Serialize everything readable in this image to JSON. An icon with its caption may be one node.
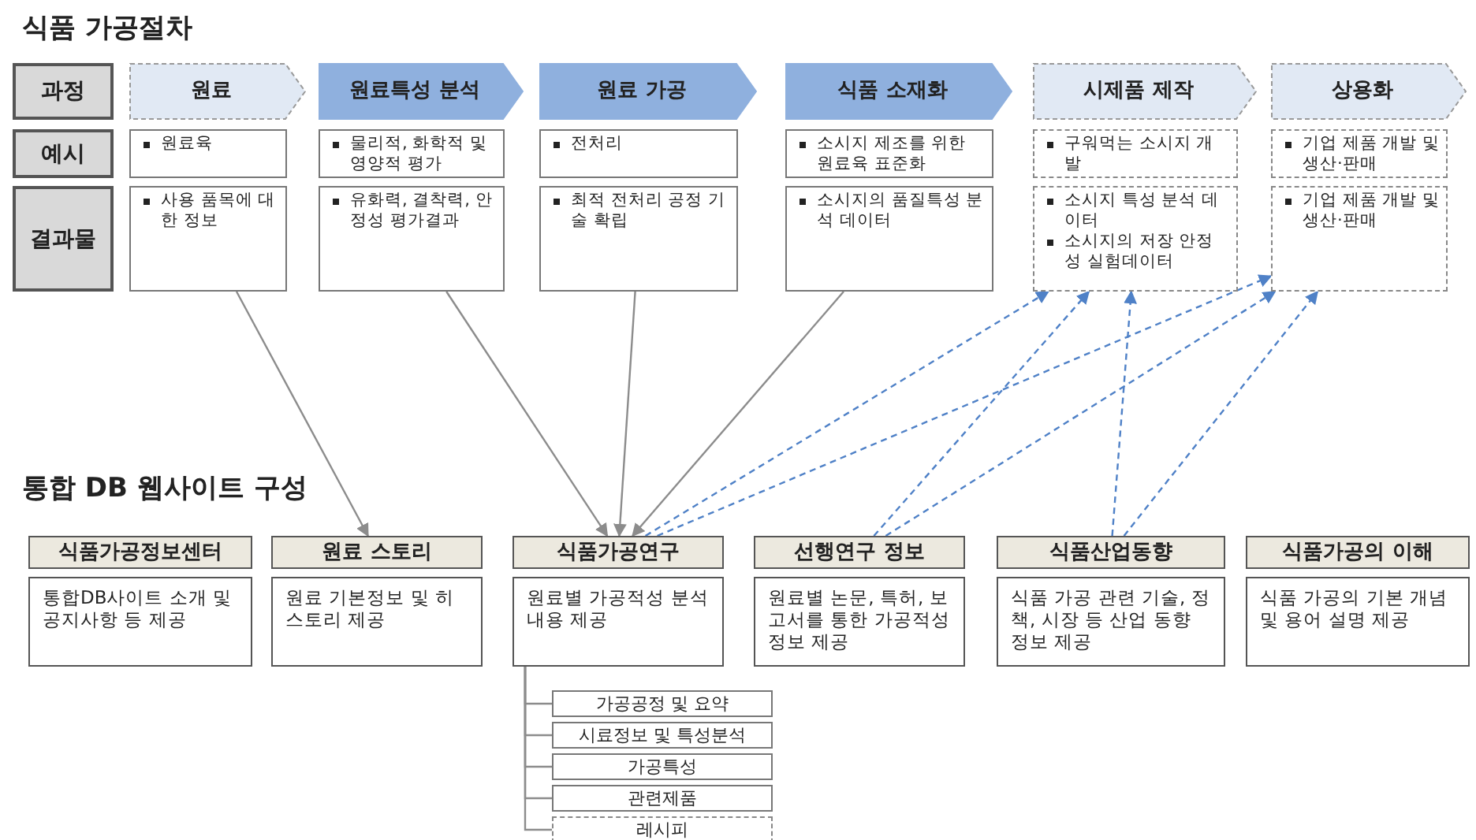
{
  "diagram": {
    "title": "식품 가공절차",
    "nodes": [
      {
        "text": [
          "과정"
        ]
      },
      {
        "text": [
          "원료"
        ]
      },
      {
        "text": [
          "원료특성 분석"
        ]
      },
      {
        "text": [
          "원료 가공"
        ]
      },
      {
        "text": [
          "식품 소재화"
        ]
      },
      {
        "text": [
          "시제품 제작"
        ]
      },
      {
        "text": [
          "상용화"
        ]
      },
      {
        "text": [
          "예시"
        ]
      },
      {
        "text": [
          "원료육"
        ]
      },
      {
        "text": [
          "물리적, 화학적 및 영양적 평가"
        ]
      },
      {
        "text": [
          "전처리"
        ]
      },
      {
        "text": [
          "소시지 제조를 위한 원료육 표준화"
        ]
      },
      {
        "text": [
          "구워먹는 소시지 개발"
        ]
      },
      {
        "text": [
          "기업 제품 개발 및 생산·판매"
        ]
      },
      {
        "text": [
          "결과물"
        ]
      },
      {
        "text": [
          "사용 품목에 대한 정보"
        ]
      },
      {
        "text": [
          "유화력, 결착력, 안정성 평가결과"
        ]
      },
      {
        "text": [
          "최적 전처리 공정 기술 확립"
        ]
      },
      {
        "text": [
          "소시지의 품질특성 분석 데이터"
        ]
      },
      {
        "text": [
          "소시지 특성 분석 데이터",
          "소시지의 저장 안정성 실험데이터"
        ]
      },
      {
        "text": [
          "기업 제품 개발 및 생산·판매"
        ]
      },
      {
        "text": [
          "식품가공정보센터"
        ]
      },
      {
        "text": [
          "통합DB사이트 소개 및 공지사항 등 제공"
        ]
      },
      {
        "text": [
          "원료 스토리"
        ]
      },
      {
        "text": [
          "원료 기본정보 및 히스토리 제공"
        ]
      },
      {
        "text": [
          "식품가공연구"
        ]
      },
      {
        "text": [
          "원료별 가공적성 분석 내용 제공"
        ]
      },
      {
        "text": [
          "선행연구 정보"
        ]
      },
      {
        "text": [
          "원료별 논문, 특허, 보고서를 통한 가공적성 정보 제공"
        ]
      },
      {
        "text": [
          "식품산업동향"
        ]
      },
      {
        "text": [
          "식품 가공 관련 기술, 정책, 시장 등 산업 동향 정보 제공"
        ]
      },
      {
        "text": [
          "식품가공의 이해"
        ]
      },
      {
        "text": [
          "식품 가공의 기본 개념 및 용어 설명 제공"
        ]
      },
      {
        "text": [
          "가공공정 및 요약"
        ]
      },
      {
        "text": [
          "시료정보 및 특성분석"
        ]
      },
      {
        "text": [
          "가공특성"
        ]
      },
      {
        "text": [
          "관련제품"
        ]
      },
      {
        "text": [
          "레시피"
        ]
      }
    ],
    "edges": [
      {
        "from": 15,
        "to": 23,
        "arrow": "to",
        "color": "#8c8c8c"
      },
      {
        "from": 16,
        "to": 25,
        "arrow": "to",
        "color": "#8c8c8c"
      },
      {
        "from": 17,
        "to": 25,
        "arrow": "to",
        "color": "#8c8c8c"
      },
      {
        "from": 18,
        "to": 25,
        "arrow": "to",
        "color": "#8c8c8c"
      },
      {
        "from": 25,
        "to": 19,
        "arrow": "to",
        "style": "dashed",
        "color": "#4f81c7"
      },
      {
        "from": 25,
        "to": 20,
        "arrow": "to",
        "style": "dashed",
        "color": "#4f81c7"
      },
      {
        "from": 27,
        "to": 19,
        "arrow": "to",
        "style": "dashed",
        "color": "#4f81c7"
      },
      {
        "from": 27,
        "to": 20,
        "arrow": "to",
        "style": "dashed",
        "color": "#4f81c7"
      },
      {
        "from": 29,
        "to": 19,
        "arrow": "to",
        "style": "dashed",
        "color": "#4f81c7"
      },
      {
        "from": 29,
        "to": 20,
        "arrow": "to",
        "style": "dashed",
        "color": "#4f81c7"
      },
      {
        "from": 26,
        "to": 33,
        "arrow": "none",
        "color": "#8c8c8c"
      },
      {
        "from": 26,
        "to": 34,
        "arrow": "none",
        "color": "#8c8c8c"
      },
      {
        "from": 26,
        "to": 35,
        "arrow": "none",
        "color": "#8c8c8c"
      },
      {
        "from": 26,
        "to": 36,
        "arrow": "none",
        "color": "#8c8c8c"
      },
      {
        "from": 26,
        "to": 37,
        "arrow": "none",
        "color": "#8c8c8c"
      }
    ],
    "labels": [
      "통합 DB 웹사이트 구성"
    ]
  }
}
